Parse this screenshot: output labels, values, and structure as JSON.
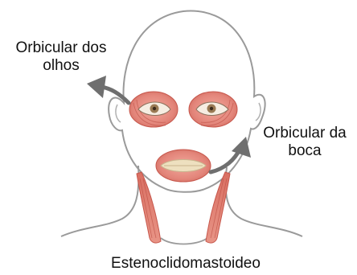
{
  "labels": {
    "eyes": {
      "line1": "Orbicular dos",
      "line2": "olhos"
    },
    "mouth": {
      "line1": "Orbicular da",
      "line2": "boca"
    },
    "neck": "Estenoclidomastoideo"
  },
  "colors": {
    "outline": "#9a9a9a",
    "muscle": "#e3857a",
    "muscle_dark": "#c7574c",
    "lips": "#eee0bf",
    "arrow": "#6f6f6f",
    "iris": "#9a7a54"
  }
}
